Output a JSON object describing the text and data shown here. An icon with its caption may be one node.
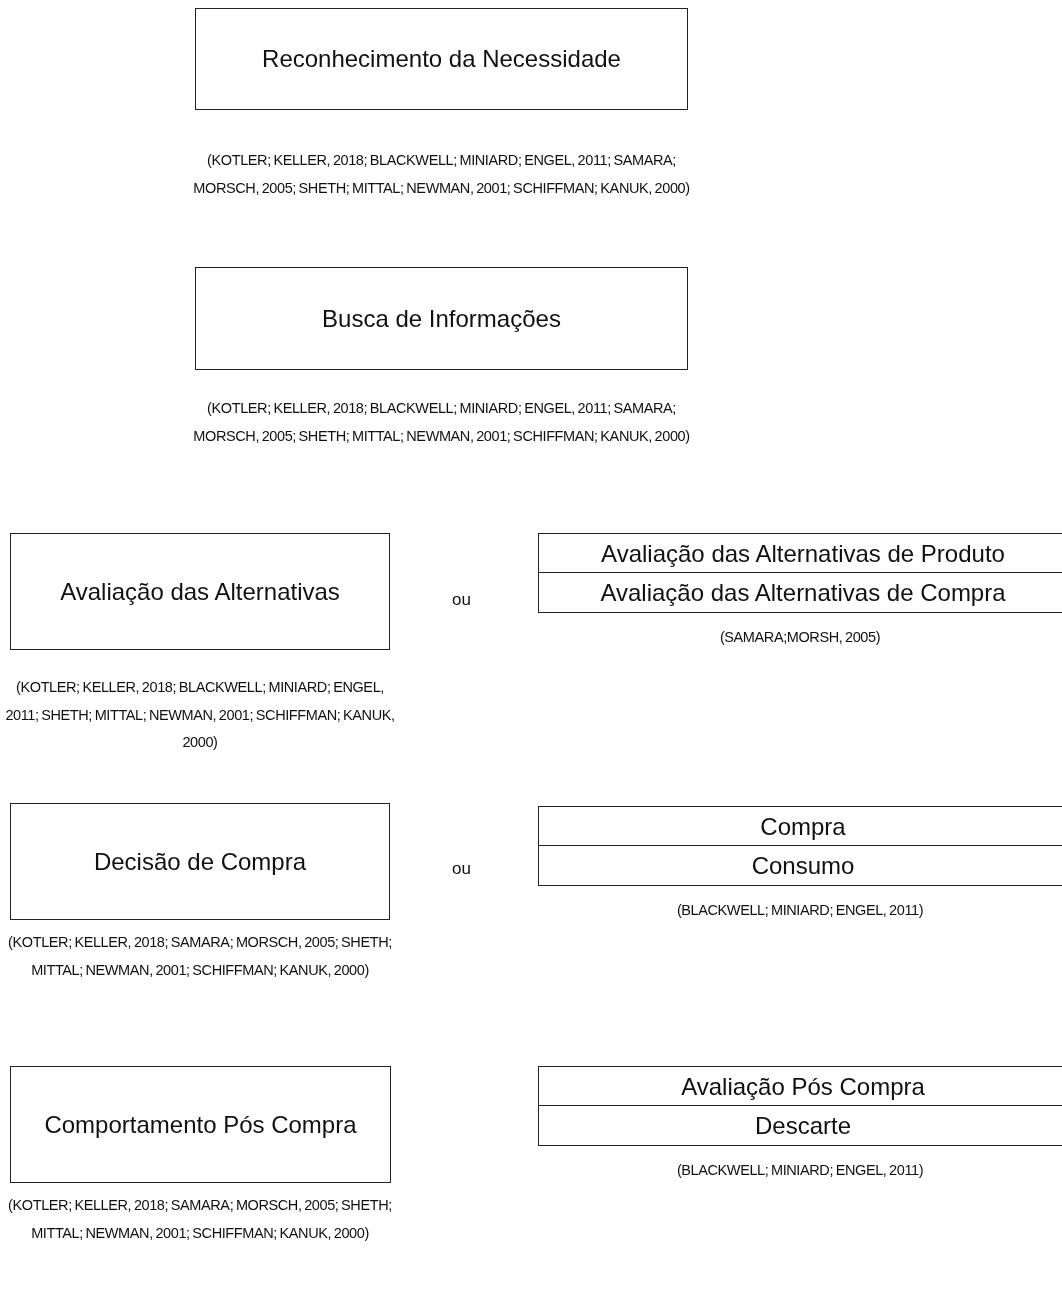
{
  "diagram": {
    "nodes": [
      {
        "text": [
          "Reconhecimento da Necessidade"
        ],
        "beside": [
          "(KOTLER; KELLER, 2018;   BLACKWELL; MINIARD; ENGEL, 2011; SAMARA; MORSCH, 2005; SHETH; MITTAL; NEWMAN, 2001; SCHIFFMAN; KANUK, 2000)"
        ]
      },
      {
        "text": [
          "Busca de Informações"
        ],
        "beside": [
          "(KOTLER; KELLER, 2018;   BLACKWELL; MINIARD; ENGEL, 2011; SAMARA; MORSCH, 2005; SHETH; MITTAL; NEWMAN, 2001; SCHIFFMAN; KANUK, 2000)"
        ]
      },
      {
        "text": [
          "Avaliação das Alternativas"
        ],
        "beside": [
          "(KOTLER; KELLER, 2018;   BLACKWELL; MINIARD; ENGEL, 2011;  SHETH; MITTAL; NEWMAN, 2001; SCHIFFMAN; KANUK, 2000)"
        ]
      },
      {
        "text": [
          "Avaliação das Alternativas de Produto"
        ]
      },
      {
        "text": [
          "Avaliação das Alternativas de Compra"
        ],
        "beside": [
          "(SAMARA;MORSH, 2005)"
        ]
      },
      {
        "text": [
          "Decisão de Compra"
        ],
        "beside": [
          "(KOTLER; KELLER, 2018; SAMARA; MORSCH, 2005; SHETH; MITTAL; NEWMAN, 2001; SCHIFFMAN; KANUK, 2000)"
        ]
      },
      {
        "text": [
          "Compra"
        ]
      },
      {
        "text": [
          "Consumo"
        ],
        "beside": [
          "(BLACKWELL; MINIARD; ENGEL,  2011)"
        ]
      },
      {
        "text": [
          "Comportamento Pós Compra"
        ],
        "beside": [
          "(KOTLER; KELLER, 2018; SAMARA; MORSCH, 2005; SHETH; MITTAL; NEWMAN, 2001; SCHIFFMAN; KANUK, 2000)"
        ]
      },
      {
        "text": [
          "Avaliação Pós Compra"
        ]
      },
      {
        "text": [
          "Descarte"
        ],
        "beside": [
          "(BLACKWELL; MINIARD; ENGEL,  2011)"
        ]
      }
    ],
    "edges": [],
    "labels": [
      "ou",
      "ou"
    ]
  }
}
